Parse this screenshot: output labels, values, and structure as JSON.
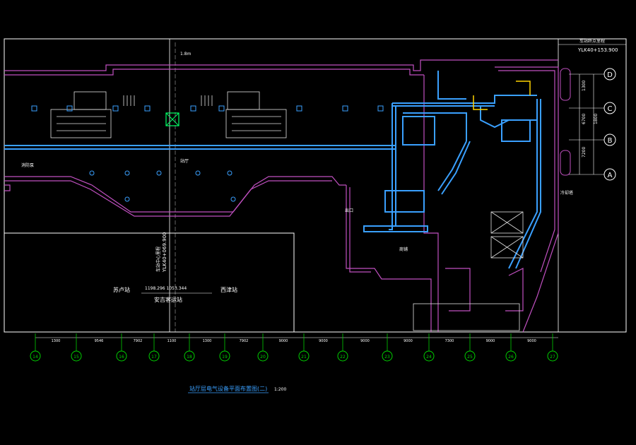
{
  "drawing": {
    "title": "站厅层电气设备平面布置图(二)",
    "scale": "1:200",
    "station_name": "安吉客运站",
    "left_station": "苏卢站",
    "right_station": "西津站",
    "station_mileage": "1198.296 1053.344",
    "top_right_note": "车站终点里程",
    "top_right_chainage": "YLK40+153.900",
    "center_chainage": "YLK40+069.900",
    "center_note": "车站中心里程",
    "top_label": "1.8m",
    "room_label_a": "出口",
    "room_label_b": "站厅",
    "room_label_c": "商铺",
    "left_label": "消防泵",
    "east_label": "冷却塔"
  },
  "grid_letters": [
    "D",
    "C",
    "B",
    "A"
  ],
  "grid_numbers": [
    "14",
    "15",
    "16",
    "17",
    "18",
    "19",
    "20",
    "21",
    "22",
    "23",
    "24",
    "25",
    "26",
    "27"
  ],
  "bottom_dims": [
    "1300",
    "9546",
    "7902",
    "1100",
    "1300",
    "7902",
    "9000",
    "9000",
    "9000",
    "9000",
    "7300",
    "9000",
    "9000"
  ],
  "right_dims": [
    "1300",
    "6700",
    "7200",
    "1800"
  ],
  "colors": {
    "frame": "#ffffff",
    "wall": "#c050c0",
    "cable": "#3aa0ff",
    "grid": "#00d000",
    "text": "#ffffff",
    "accent": "#ffd400",
    "equip": "#e0e0e0"
  }
}
